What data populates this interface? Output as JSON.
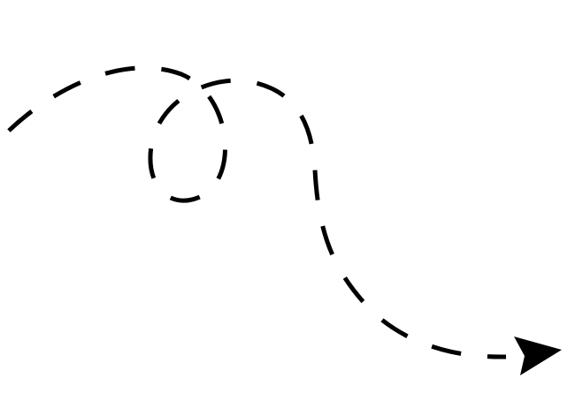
{
  "canvas": {
    "background": "#ffffff"
  },
  "graphic": {
    "type": "dashed-looping-arrow",
    "stroke_color": "#000000",
    "arrowhead_color": "#000000",
    "line_style": "dashed",
    "direction": "left-to-right",
    "has_loop": true
  }
}
